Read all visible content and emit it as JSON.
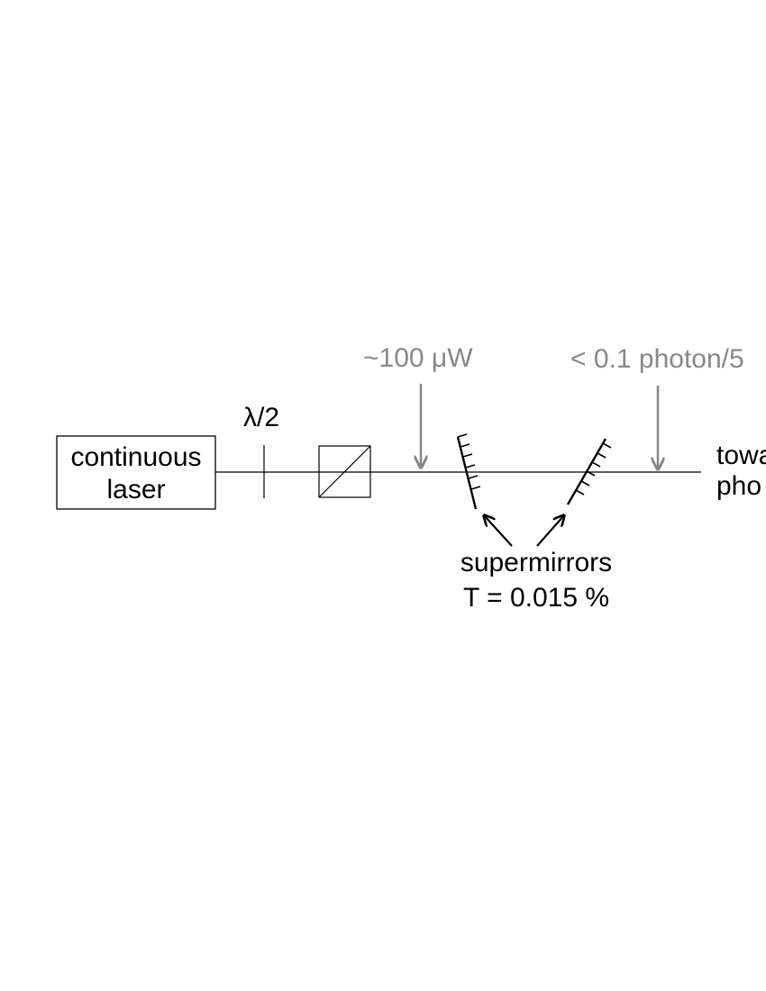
{
  "laser": {
    "line1": "continuous",
    "line2": "laser"
  },
  "waveplate": {
    "label": "λ/2"
  },
  "power_in": {
    "label": "~100 μW"
  },
  "power_out": {
    "label": "< 0.1 photon/5"
  },
  "output": {
    "line1": "towa",
    "line2": "pho"
  },
  "supermirrors": {
    "label": "supermirrors",
    "transmission": "T = 0.015 %"
  },
  "colors": {
    "beam": "#000000",
    "annotation": "#888888"
  },
  "icons": {
    "beamsplitter": "polarizing-beamsplitter-cube",
    "mirror": "hatched-mirror"
  }
}
